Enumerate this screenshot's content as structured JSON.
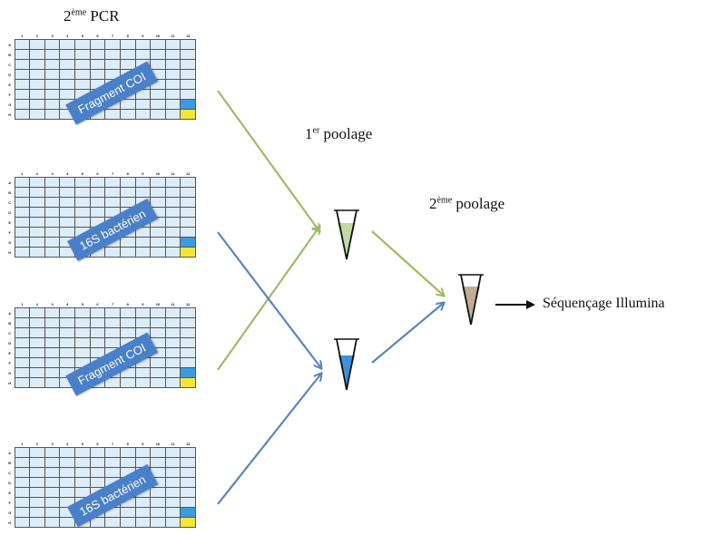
{
  "titles": {
    "pcr_base": "2",
    "pcr_sup": "ème",
    "pcr_rest": " PCR",
    "pool1_base": "1",
    "pool1_sup": "er",
    "pool1_rest": " poolage",
    "pool2_base": "2",
    "pool2_sup": "ème",
    "pool2_rest": " poolage"
  },
  "plates": [
    {
      "banner": "Fragment COI"
    },
    {
      "banner": "16S bactérien"
    },
    {
      "banner": "Fragment COI"
    },
    {
      "banner": "16S bactérien"
    }
  ],
  "plate_columns": [
    "1",
    "2",
    "3",
    "4",
    "5",
    "6",
    "7",
    "8",
    "9",
    "10",
    "11",
    "12"
  ],
  "plate_rows": [
    "A",
    "B",
    "C",
    "D",
    "E",
    "F",
    "G",
    "H"
  ],
  "sequencing_label": "Séquençage Illumina",
  "colors": {
    "coi_arrow": "#9cbd63",
    "bact_arrow": "#5a84bd",
    "banner": "#4a7fc9",
    "well": "#dcecf8",
    "control_blue": "#3a9be0",
    "control_yellow": "#f3e637",
    "tube_green": "#c5d8a5",
    "tube_blue": "#3f8fdc",
    "tube_final": "#bfae94"
  }
}
